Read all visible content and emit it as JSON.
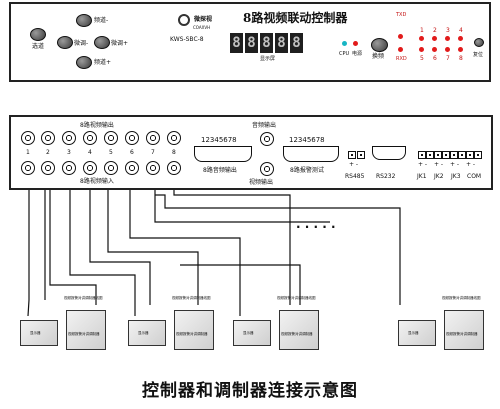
{
  "front_panel": {
    "title": "8路视频联动控制器",
    "brand": "微探视",
    "brand_en": "COAXVH",
    "model": "KWS-SBC-8",
    "display": [
      "8",
      "8",
      "8",
      "8",
      "8"
    ],
    "display_label": "显示屏",
    "buttons": {
      "channel_up": "频道-",
      "channel_down": "频道+",
      "select": "选道",
      "fine_down": "微调-",
      "fine_up": "微调+",
      "switch": "换频",
      "reset": "复位"
    },
    "cpu_label": "CPU",
    "power_label": "电源",
    "txd": "TXD",
    "rxd": "RXD",
    "leds_top": [
      "1",
      "2",
      "3",
      "4"
    ],
    "leds_bottom": [
      "5",
      "6",
      "7",
      "8"
    ]
  },
  "rear_panel": {
    "video_out_label": "8路视频输出",
    "video_in_label": "8路视频输入",
    "channels": [
      "1",
      "2",
      "3",
      "4",
      "5",
      "6",
      "7",
      "8"
    ],
    "audio_digits": "12345678",
    "audio_out_label": "8路音频输出",
    "audio_out_single": "音频输出",
    "video_out_single": "视频输出",
    "alarm_digits": "12345678",
    "alarm_label": "8路报警测试",
    "rs485_sign": "+ -",
    "rs485": "RS485",
    "rs232": "RS232",
    "jk_signs": [
      "+ -",
      "+ -",
      "+ -",
      "+ -"
    ],
    "jk1": "JK1",
    "jk2": "JK2",
    "jk3": "JK3",
    "com": "COM",
    "dots": ". . . . ."
  },
  "module": {
    "title": "视频报警对讲调制器线图",
    "left_label": "显示器",
    "right_label": "视频报警对讲调制器"
  },
  "caption": "控制器和调制器连接示意图"
}
